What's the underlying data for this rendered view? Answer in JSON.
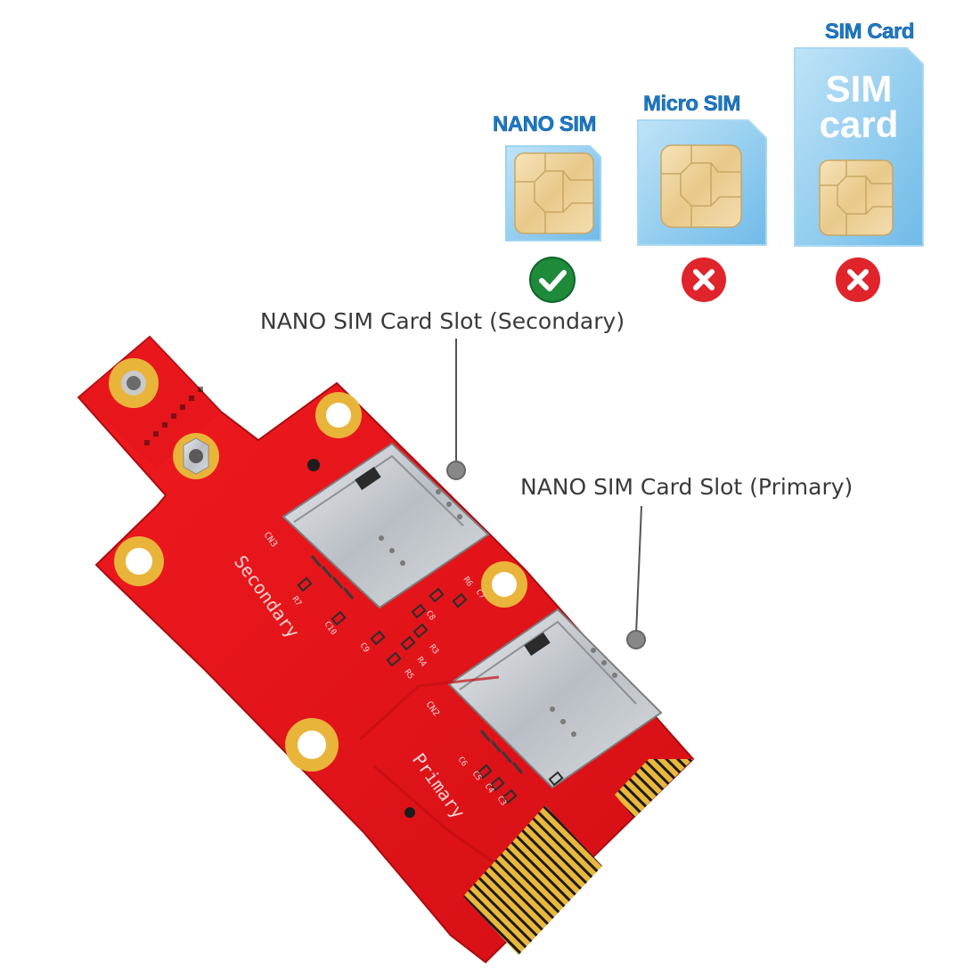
{
  "sim_sizes": [
    {
      "label": "NANO SIM",
      "compatible": true,
      "status_icon": "check-icon",
      "status_color": "#1e8a3a"
    },
    {
      "label": "Micro SIM",
      "compatible": false,
      "status_icon": "x-icon",
      "status_color": "#e0242b"
    },
    {
      "label": "SIM Card",
      "compatible": false,
      "status_icon": "x-icon",
      "status_color": "#e0242b",
      "card_text_line1": "SIM",
      "card_text_line2": "card"
    }
  ],
  "callouts": {
    "secondary": "NANO SIM Card Slot (Secondary)",
    "primary": "NANO SIM Card Slot (Primary)"
  },
  "board": {
    "color": "#e8141b",
    "secondary_label": "Secondary",
    "primary_label": "Primary",
    "connector_secondary": "CN3",
    "connector_primary": "CN2",
    "component_labels": [
      "R7",
      "C10",
      "C9",
      "R6",
      "C7",
      "C8",
      "R3",
      "R4",
      "R5",
      "C6",
      "C5",
      "C4",
      "C3"
    ]
  }
}
